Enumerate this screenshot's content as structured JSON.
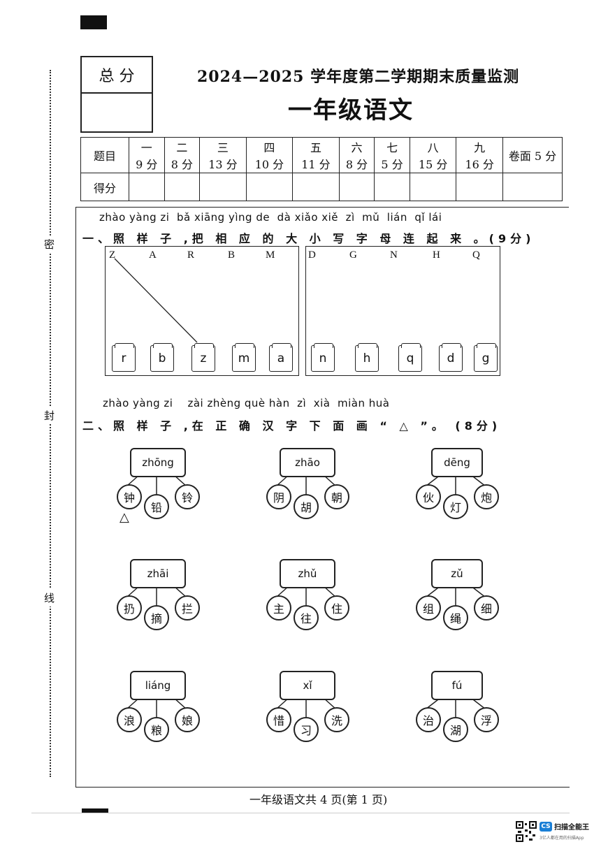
{
  "header": {
    "total_label": "总 分",
    "title_line1": "2024—2025 学年度第二学期期末质量监测",
    "title_line2": "一年级语文"
  },
  "binding_margin": {
    "chars": [
      "密",
      "封",
      "线"
    ]
  },
  "score_table": {
    "row1_label": "题目",
    "row2_label": "得分",
    "columns": [
      {
        "num": "一",
        "pts": "9 分"
      },
      {
        "num": "二",
        "pts": "8 分"
      },
      {
        "num": "三",
        "pts": "13 分"
      },
      {
        "num": "四",
        "pts": "10 分"
      },
      {
        "num": "五",
        "pts": "11 分"
      },
      {
        "num": "六",
        "pts": "8 分"
      },
      {
        "num": "七",
        "pts": "5 分"
      },
      {
        "num": "八",
        "pts": "15 分"
      },
      {
        "num": "九",
        "pts": "16 分"
      }
    ],
    "extra": "卷面 5 分"
  },
  "q1": {
    "pinyin": "zhào yàng zi  bǎ xiāng yìng de  dà xiǎo xiě  zì  mǔ  lián  qǐ lái",
    "heading": "一、照 样 子 ,把 相 应 的 大 小 写 字 母 连 起 来 。(9分)",
    "left_upper": [
      "Z",
      "A",
      "R",
      "B",
      "M"
    ],
    "left_lower": [
      "r",
      "b",
      "z",
      "m",
      "a"
    ],
    "right_upper": [
      "D",
      "G",
      "N",
      "H",
      "Q"
    ],
    "right_lower": [
      "n",
      "h",
      "q",
      "d",
      "g"
    ]
  },
  "q2": {
    "pinyin": "zhào yàng zi    zài zhèng què hàn  zì  xià  miàn huà",
    "heading": "二、照 样 子 ,在 正 确 汉 字 下 面 画 “ △ ”。 (8分)",
    "mark": "△",
    "items": [
      {
        "py": "zhōng",
        "chars": [
          "钟",
          "铅",
          "铃"
        ]
      },
      {
        "py": "zhāo",
        "chars": [
          "阴",
          "胡",
          "朝"
        ]
      },
      {
        "py": "dēng",
        "chars": [
          "伙",
          "灯",
          "炮"
        ]
      },
      {
        "py": "zhāi",
        "chars": [
          "扔",
          "摘",
          "拦"
        ]
      },
      {
        "py": "zhǔ",
        "chars": [
          "主",
          "往",
          "住"
        ]
      },
      {
        "py": "zǔ",
        "chars": [
          "组",
          "绳",
          "细"
        ]
      },
      {
        "py": "liáng",
        "chars": [
          "浪",
          "粮",
          "娘"
        ]
      },
      {
        "py": "xǐ",
        "chars": [
          "惜",
          "习",
          "洗"
        ]
      },
      {
        "py": "fú",
        "chars": [
          "治",
          "湖",
          "浮"
        ]
      }
    ]
  },
  "footer": {
    "text": "一年级语文共 4 页(第 1 页)"
  },
  "watermark": {
    "logo": "CS",
    "name": "扫描全能王",
    "sub": "3亿人都在用的扫描App"
  }
}
